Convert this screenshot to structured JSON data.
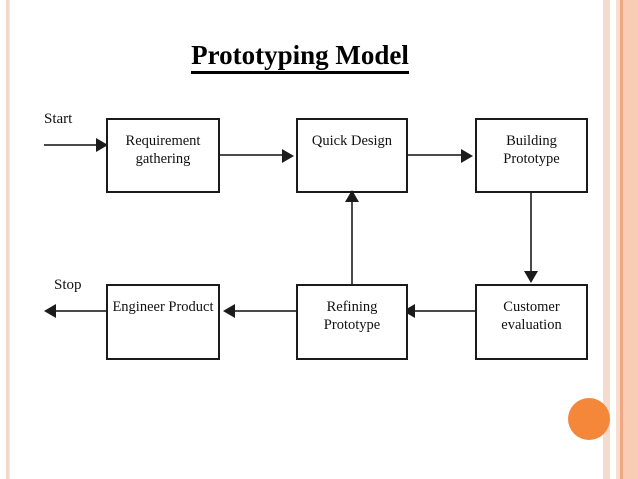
{
  "slide": {
    "title": "Prototyping Model",
    "background_color": "#ffffff",
    "accent_color": "#f5873a",
    "stripe_color": "#f9cdb4"
  },
  "flowchart": {
    "type": "diagram",
    "nodes": [
      {
        "id": "requirement-gathering",
        "label": "Requirement\ngathering"
      },
      {
        "id": "quick-design",
        "label": "Quick Design"
      },
      {
        "id": "building-prototype",
        "label": "Building\nPrototype"
      },
      {
        "id": "customer-evaluation",
        "label": "Customer\nevaluation"
      },
      {
        "id": "refining-prototype",
        "label": "Refining\nPrototype"
      },
      {
        "id": "engineer-product",
        "label": "Engineer Product"
      }
    ],
    "terminals": [
      {
        "id": "start",
        "label": "Start"
      },
      {
        "id": "stop",
        "label": "Stop"
      }
    ],
    "edges": [
      {
        "from": "start",
        "to": "requirement-gathering",
        "direction": "right"
      },
      {
        "from": "requirement-gathering",
        "to": "quick-design",
        "direction": "right"
      },
      {
        "from": "quick-design",
        "to": "building-prototype",
        "direction": "right"
      },
      {
        "from": "building-prototype",
        "to": "customer-evaluation",
        "direction": "down"
      },
      {
        "from": "customer-evaluation",
        "to": "refining-prototype",
        "direction": "left"
      },
      {
        "from": "refining-prototype",
        "to": "quick-design",
        "direction": "up"
      },
      {
        "from": "refining-prototype",
        "to": "engineer-product",
        "direction": "left"
      },
      {
        "from": "engineer-product",
        "to": "stop",
        "direction": "left"
      }
    ]
  }
}
